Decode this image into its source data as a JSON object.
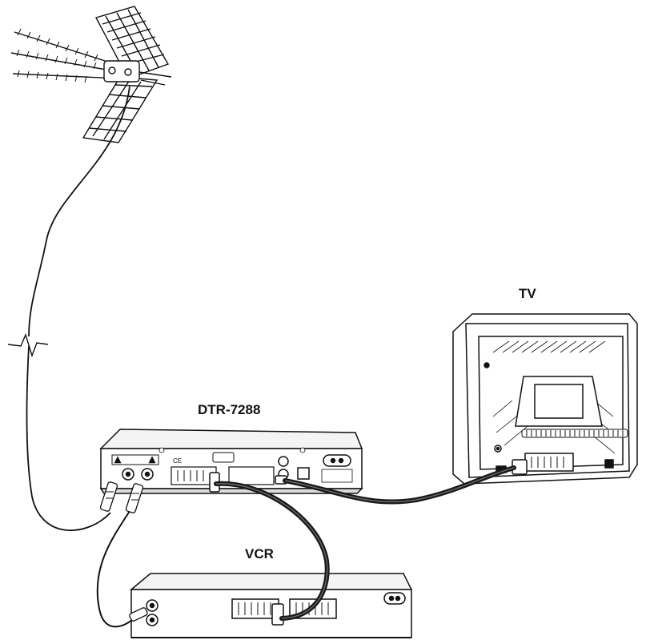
{
  "labels": {
    "tv": "TV",
    "receiver": "DTR-7288",
    "vcr": "VCR"
  },
  "colors": {
    "ink": "#111111",
    "cable": "#1a1a1a",
    "panel": "#f4f4f4",
    "background": "#ffffff"
  },
  "devices": [
    "antenna",
    "receiver",
    "tv",
    "vcr"
  ],
  "connections": [
    {
      "from": "antenna",
      "to": "receiver"
    },
    {
      "from": "receiver",
      "to": "tv"
    },
    {
      "from": "receiver",
      "to": "vcr"
    }
  ]
}
